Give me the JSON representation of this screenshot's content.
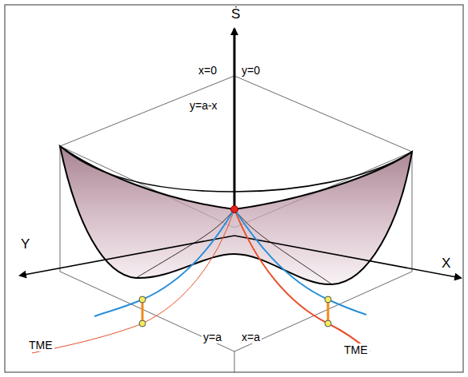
{
  "diagram": {
    "labels": [
      "Ṡ",
      "x=0",
      "y=0",
      "y=a-x",
      "Y",
      "X",
      "y=a",
      "x=a",
      "TME",
      "TME"
    ]
  }
}
